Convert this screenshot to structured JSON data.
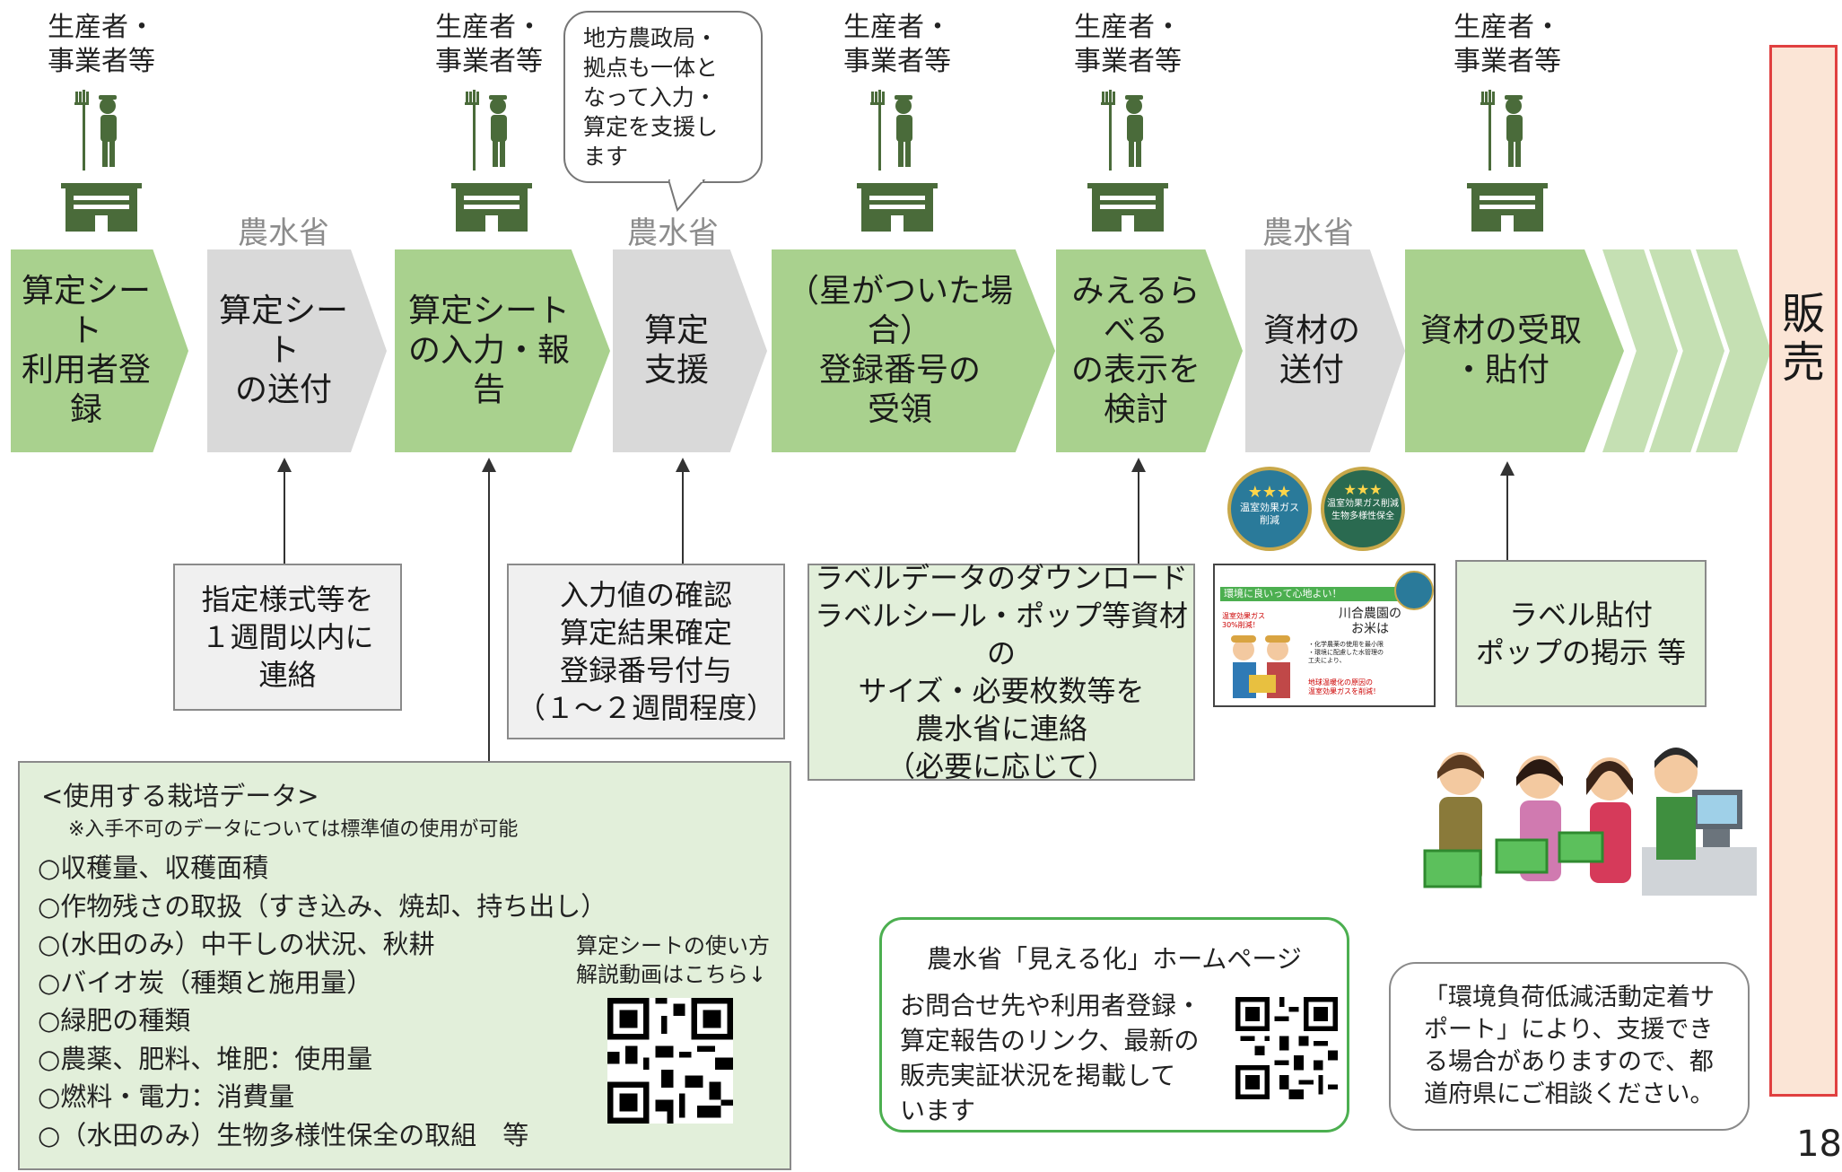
{
  "actors": {
    "producer": "生産者・\n事業者等",
    "agency": "農水省"
  },
  "bubble": "地方農政局・\n拠点も一体と\nなって入力・\n算定を支援し\nます",
  "steps": [
    {
      "label": "算定シート\n利用者登録",
      "kind": "producer"
    },
    {
      "label": "算定シート\nの送付",
      "kind": "agency"
    },
    {
      "label": "算定シート\nの入力・報告",
      "kind": "producer"
    },
    {
      "label": "算定\n支援",
      "kind": "agency"
    },
    {
      "label": "（星がついた場合）\n登録番号の\n受領",
      "kind": "producer"
    },
    {
      "label": "みえるらべる\nの表示を\n検討",
      "kind": "producer"
    },
    {
      "label": "資材の\n送付",
      "kind": "agency"
    },
    {
      "label": "資材の受取\n・貼付",
      "kind": "producer"
    }
  ],
  "notes": {
    "contact": "指定様式等を\n１週間以内に\n連絡",
    "confirm": "入力値の確認\n算定結果確定\n登録番号付与\n（１～２週間程度）",
    "label_data": "ラベルデータのダウンロード\nラベルシール・ポップ等資材の\nサイズ・必要枚数等を\n農水省に連絡\n（必要に応じて）",
    "attach": "ラベル貼付\nポップの掲示 等"
  },
  "badges": [
    {
      "top": "★★★",
      "text": "温室効果ガス\n削減"
    },
    {
      "top": "★★★",
      "text": "温室効果ガス削減\n生物多様性保全"
    }
  ],
  "poster": {
    "header": "環境に良いって心地よい！",
    "farm": "川合農園の\nお米は",
    "bullets": "・化学農薬の使用を最小限\n・環境に配慮した水管理の\n 工夫により、",
    "footer": "地球温暖化の原因の\n温室効果ガスを削減！",
    "tag": "温室効果ガス\n30%削減！"
  },
  "crop_data": {
    "title": "<使用する栽培データ>",
    "note": "※入手不可のデータについては標準値の使用が可能",
    "items": [
      "○収穫量、収穫面積",
      "○作物残さの取扱（すき込み、焼却、持ち出し）",
      "○(水田のみ）中干しの状況、秋耕",
      "○バイオ炭（種類と施用量）",
      "○緑肥の種類",
      "○農薬、肥料、堆肥：使用量",
      "○燃料・電力：消費量",
      "○（水田のみ）生物多様性保全の取組　等"
    ],
    "video_label": "算定シートの使い方\n解説動画はこちら↓"
  },
  "maff": {
    "title": "農水省「見える化」ホームページ",
    "text": "お問合せ先や利用者登録・\n算定報告のリンク、最新の\n販売実証状況を掲載して\nいます"
  },
  "support": "「環境負荷低減活動定着サ\nポート」により、支援でき\nる場合がありますので、都\n道府県にご相談ください。",
  "sale": "販\n売",
  "page_number": "18",
  "colors": {
    "green_step": "#a9d18e",
    "gray_step": "#d9d9d9",
    "note_green": "#e2efda",
    "sale_border": "#e04040",
    "sale_fill": "#fbe5d6",
    "icon": "#4a6b3a"
  }
}
